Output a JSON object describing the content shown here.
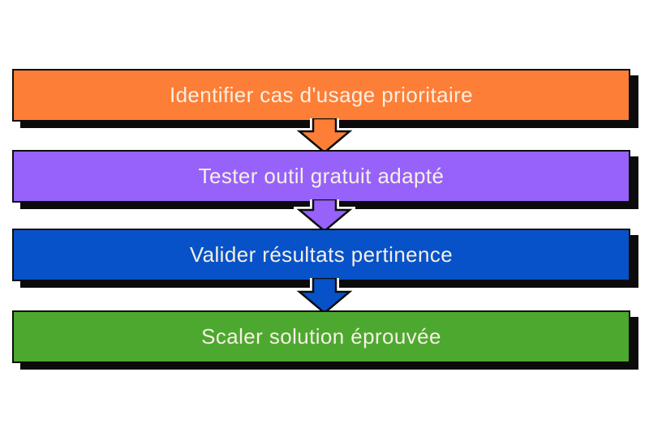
{
  "diagram": {
    "kind": "vertical-flowchart",
    "background_color": "#ffffff",
    "outline_color": "#0d0d0d",
    "shadow_color": "#0b0b0b",
    "label_color": "#f6f0e4",
    "steps": [
      {
        "label": "Identifier cas d'usage prioritaire",
        "color": "#fd7e36"
      },
      {
        "label": "Tester outil gratuit adapté",
        "color": "#9662f9"
      },
      {
        "label": "Valider résultats pertinence",
        "color": "#0752c9"
      },
      {
        "label": "Scaler solution éprouvée",
        "color": "#4da82f"
      }
    ],
    "connectors": [
      {
        "from_step": 1,
        "to_step": 2,
        "shape": "down-arrow",
        "color": "#fd7e36"
      },
      {
        "from_step": 2,
        "to_step": 3,
        "shape": "down-arrow",
        "color": "#9662f9"
      },
      {
        "from_step": 3,
        "to_step": 4,
        "shape": "down-arrow",
        "color": "#0752c9"
      }
    ]
  }
}
